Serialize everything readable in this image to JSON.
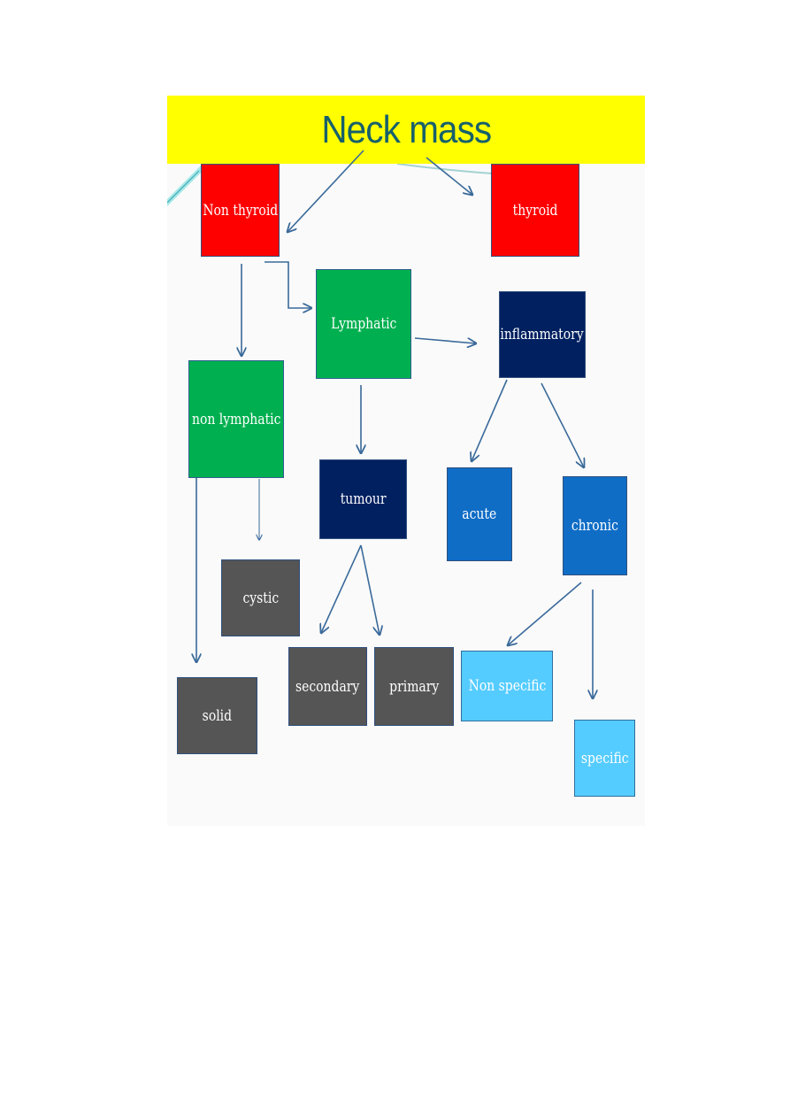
{
  "title": "Neck mass",
  "nodes": {
    "non_thyroid": "Non thyroid",
    "thyroid": "thyroid",
    "lymphatic": "Lymphatic",
    "inflammatory": "inflammatory",
    "non_lymphatic": "non lymphatic",
    "tumour": "tumour",
    "acute": "acute",
    "chronic": "chronic",
    "cystic": "cystic",
    "secondary": "secondary",
    "primary": "primary",
    "non_specific": "Non specific",
    "solid": "solid",
    "specific": "specific"
  },
  "colors": {
    "title_bar": "#ffff00",
    "title_text": "#17606b",
    "red": "#ff0000",
    "green": "#00b050",
    "navy": "#002060",
    "blue": "#0f6dc6",
    "light_blue": "#55ccff",
    "gray": "#555555",
    "arrow": "#3a6a9a"
  }
}
